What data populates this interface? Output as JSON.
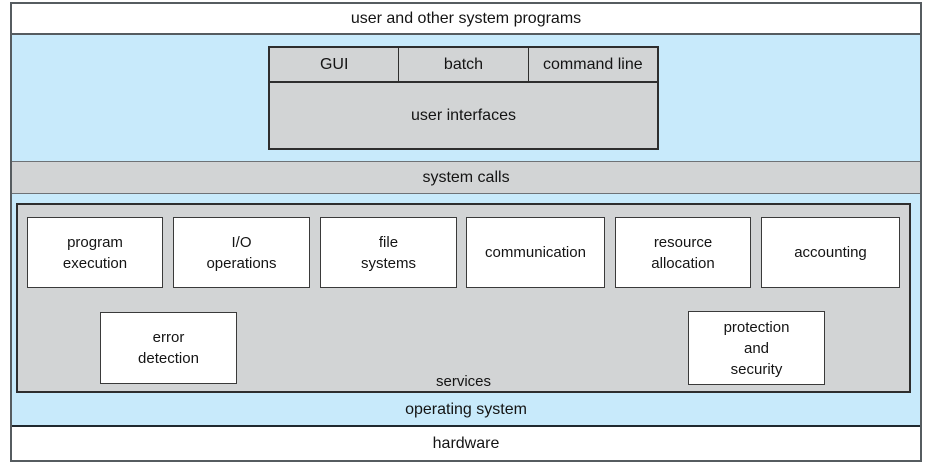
{
  "layers": {
    "user_programs": "user and other system programs",
    "system_calls": "system calls",
    "operating_system": "operating system",
    "hardware": "hardware"
  },
  "user_interfaces": {
    "columns": [
      "GUI",
      "batch",
      "command line"
    ],
    "label": "user interfaces"
  },
  "services": {
    "label": "services",
    "boxes": [
      "program\nexecution",
      "I/O\noperations",
      "file\nsystems",
      "communication",
      "resource\nallocation",
      "accounting",
      "error\ndetection",
      "protection\nand\nsecurity"
    ]
  },
  "colors": {
    "background_blue": "#c8eafb",
    "panel_gray": "#d2d4d5",
    "box_white": "#ffffff"
  }
}
